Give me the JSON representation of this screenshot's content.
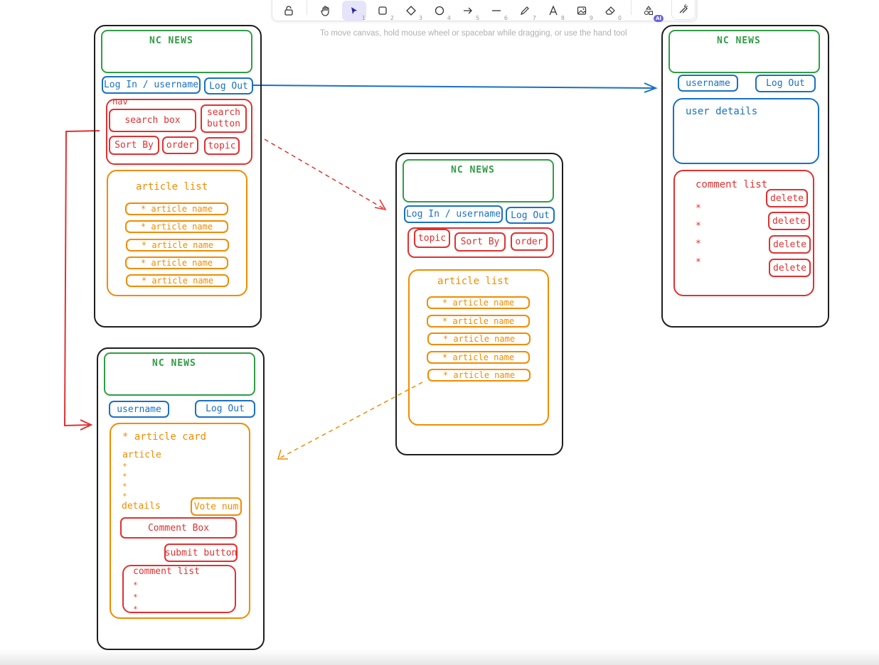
{
  "toolbar": {
    "tools": [
      {
        "name": "lock",
        "key": ""
      },
      {
        "name": "hand",
        "key": ""
      },
      {
        "name": "selection",
        "key": "1"
      },
      {
        "name": "rectangle",
        "key": "2"
      },
      {
        "name": "diamond",
        "key": "3"
      },
      {
        "name": "ellipse",
        "key": "4"
      },
      {
        "name": "arrow",
        "key": "5"
      },
      {
        "name": "line",
        "key": "6"
      },
      {
        "name": "draw",
        "key": "7"
      },
      {
        "name": "text",
        "key": "8"
      },
      {
        "name": "image",
        "key": "9"
      },
      {
        "name": "eraser",
        "key": "0"
      }
    ],
    "ai_badge": "AI",
    "active_tool": "selection"
  },
  "hint": "To move canvas, hold mouse wheel or spacebar while dragging, or use the hand tool",
  "colors": {
    "green": "#2f9e44",
    "blue": "#1971c2",
    "red": "#e03131",
    "orange": "#f08c00",
    "stroke": "#1e1e1e"
  },
  "wireframes": {
    "home": {
      "title": "NC NEWS",
      "login": "Log In / username",
      "logout": "Log Out",
      "nav": "nav",
      "search_box": "search box",
      "search_button": "search button",
      "sort_by": "Sort By",
      "order": "order",
      "topic": "topic",
      "article_list": "article list",
      "article_names": [
        "* article name",
        "* article name",
        "* article name",
        "* article name",
        "* article name"
      ]
    },
    "topic_page": {
      "title": "NC NEWS",
      "login": "Log In / username",
      "logout": "Log Out",
      "topic": "topic",
      "sort_by": "Sort By",
      "order": "order",
      "article_list": "article list",
      "article_names": [
        "* article name",
        "* article name",
        "* article name",
        "* article name",
        "* article name"
      ]
    },
    "user_page": {
      "title": "NC NEWS",
      "username": "username",
      "logout": "Log Out",
      "user_details": "user details",
      "comment_list": "comment list",
      "bullets": [
        "*",
        "*",
        "*",
        "*"
      ],
      "delete_buttons": [
        "delete",
        "delete",
        "delete",
        "delete"
      ]
    },
    "article_page": {
      "title": "NC NEWS",
      "username": "username",
      "logout": "Log Out",
      "article_card": "* article card",
      "article": "article",
      "bullets": [
        "*",
        "*",
        "*",
        "*"
      ],
      "details": "details",
      "vote_num": "Vote num",
      "comment_box": "Comment Box",
      "submit_button": "submit button",
      "comment_list": "comment list",
      "comment_bullets": [
        "*",
        "*",
        "*"
      ]
    }
  }
}
